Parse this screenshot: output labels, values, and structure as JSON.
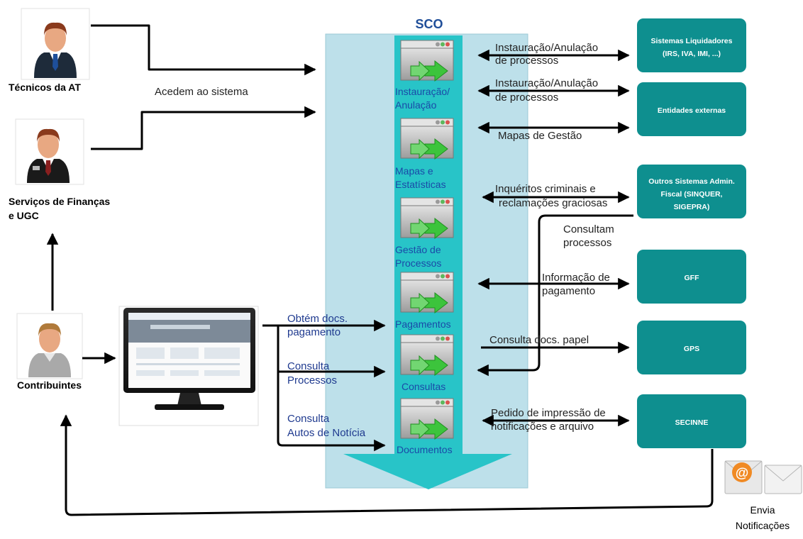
{
  "sco": {
    "title": "SCO"
  },
  "actors": {
    "tecnicos": "Técnicos da AT",
    "servicos_line1": "Serviços de Finanças",
    "servicos_line2": "e UGC",
    "contribuintes": "Contribuintes"
  },
  "access_label": "Acedem ao sistema",
  "modules": [
    {
      "line1": "Instauração/",
      "line2": "Anulação"
    },
    {
      "line1": "Mapas e",
      "line2": "Estatísticas"
    },
    {
      "line1": "Gestão de",
      "line2": "Processos"
    },
    {
      "line1": "Pagamentos",
      "line2": ""
    },
    {
      "line1": "Consultas",
      "line2": ""
    },
    {
      "line1": "Documentos",
      "line2": ""
    }
  ],
  "portal_flows": [
    {
      "line1": "Obtém docs.",
      "line2": "pagamento"
    },
    {
      "line1": "Consulta",
      "line2": "Processos"
    },
    {
      "line1": "Consulta",
      "line2": "Autos de Notícia"
    }
  ],
  "ext_flows": [
    {
      "line1": "Instauração/Anulação",
      "line2": "de processos"
    },
    {
      "line1": "Instauração/Anulação",
      "line2": "de processos"
    },
    {
      "line1": "Mapas de Gestão",
      "line2": ""
    },
    {
      "line1": "Inquéritos criminais e",
      "line2": "reclamações graciosas"
    },
    {
      "line1": "Consultam",
      "line2": "processos"
    },
    {
      "line1": "Informação de",
      "line2": "pagamento"
    },
    {
      "line1": "Consulta docs. papel",
      "line2": ""
    },
    {
      "line1": "Pedido de impressão de",
      "line2": "notificações e arquivo"
    }
  ],
  "systems": [
    {
      "line1": "Sistemas Liquidadores",
      "line2": "(IRS, IVA, IMI, ...)",
      "line3": ""
    },
    {
      "line1": "Entidades externas",
      "line2": "",
      "line3": ""
    },
    {
      "line1": "Outros Sistemas Admin.",
      "line2": "Fiscal (SINQUER,",
      "line3": "SIGEPRA)"
    },
    {
      "line1": "GFF",
      "line2": "",
      "line3": ""
    },
    {
      "line1": "GPS",
      "line2": "",
      "line3": ""
    },
    {
      "line1": "SECINNE",
      "line2": "",
      "line3": ""
    }
  ],
  "notifications": {
    "line1": "Envia",
    "line2": "Notificações",
    "icon": "email-icon"
  },
  "colors": {
    "system_box": "#0e8f8f",
    "sco_panel": "#bde0ea",
    "sco_arrow": "#28c4c8",
    "title_blue": "#1f4e99",
    "module_label": "#1a4aa8"
  }
}
